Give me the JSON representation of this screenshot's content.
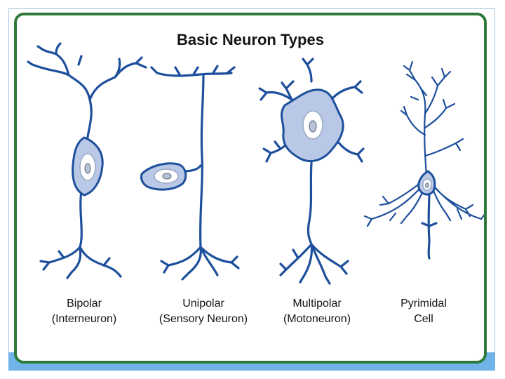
{
  "figure": {
    "title": "Basic Neuron Types",
    "neurons": [
      {
        "name": "Bipolar",
        "subtitle": "(Interneuron)"
      },
      {
        "name": "Unipolar",
        "subtitle": "(Sensory Neuron)"
      },
      {
        "name": "Multipolar",
        "subtitle": "(Motoneuron)"
      },
      {
        "name": "Pyrimidal",
        "subtitle": "Cell"
      }
    ]
  },
  "colors": {
    "neuron_stroke": "#1d4f9c",
    "soma_fill": "#b9c8e6",
    "figure_border": "#2f7a3b",
    "accent_bar": "#6fb3e8"
  }
}
